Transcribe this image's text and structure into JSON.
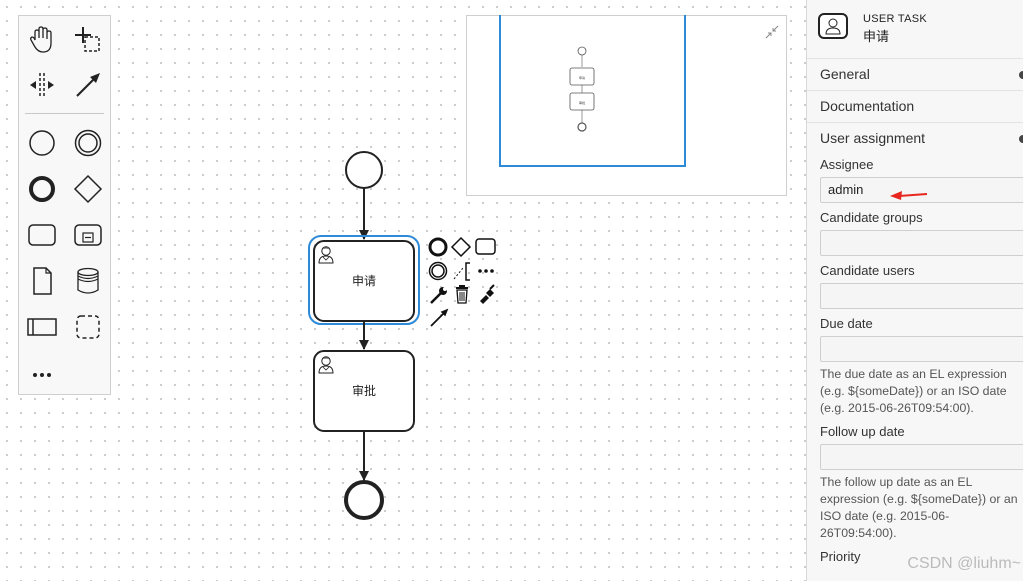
{
  "palette": {
    "tools": [
      {
        "name": "hand-tool",
        "icon": "hand-icon"
      },
      {
        "name": "lasso-tool",
        "icon": "lasso-icon"
      },
      {
        "name": "space-tool",
        "icon": "space-icon"
      },
      {
        "name": "connect-tool",
        "icon": "arrow-icon"
      },
      {
        "name": "start-event",
        "icon": "circle-thin-icon"
      },
      {
        "name": "intermediate-event",
        "icon": "circle-double-icon"
      },
      {
        "name": "end-event",
        "icon": "circle-bold-icon"
      },
      {
        "name": "gateway",
        "icon": "diamond-icon"
      },
      {
        "name": "task",
        "icon": "rounded-rect-icon"
      },
      {
        "name": "subprocess",
        "icon": "subprocess-icon"
      },
      {
        "name": "data-object",
        "icon": "document-icon"
      },
      {
        "name": "data-store",
        "icon": "database-icon"
      },
      {
        "name": "pool",
        "icon": "pool-icon"
      },
      {
        "name": "group",
        "icon": "dashed-rect-icon"
      },
      {
        "name": "more",
        "icon": "more-icon"
      }
    ]
  },
  "diagram": {
    "tasks": [
      {
        "label": "申请",
        "selected": true
      },
      {
        "label": "审批",
        "selected": false
      }
    ],
    "mini_task_labels": [
      "申请",
      "审批"
    ]
  },
  "context_pad": {
    "items": [
      "end-event-icon",
      "gateway-icon",
      "task-icon",
      "intermediate-event-icon",
      "text-annotation-icon",
      "more-icon",
      "wrench-icon",
      "trash-icon",
      "paint-icon",
      "connect-arrow-icon"
    ]
  },
  "panel": {
    "element_type": "USER TASK",
    "element_name": "申请",
    "groups": {
      "general": "General",
      "documentation": "Documentation",
      "user_assignment": "User assignment"
    },
    "fields": {
      "assignee": {
        "label": "Assignee",
        "value": "admin"
      },
      "candidate_groups": {
        "label": "Candidate groups",
        "value": ""
      },
      "candidate_users": {
        "label": "Candidate users",
        "value": ""
      },
      "due_date": {
        "label": "Due date",
        "value": "",
        "description": "The due date as an EL expression (e.g. ${someDate}) or an ISO date (e.g. 2015-06-26T09:54:00)."
      },
      "follow_up_date": {
        "label": "Follow up date",
        "value": "",
        "description": "The follow up date as an EL expression (e.g. ${someDate}) or an ISO date (e.g. 2015-06-26T09:54:00)."
      },
      "priority": {
        "label": "Priority"
      }
    }
  },
  "watermark": "CSDN @liuhm~",
  "colors": {
    "selection": "#2d8ad8",
    "annotation_arrow": "#e8261e"
  }
}
